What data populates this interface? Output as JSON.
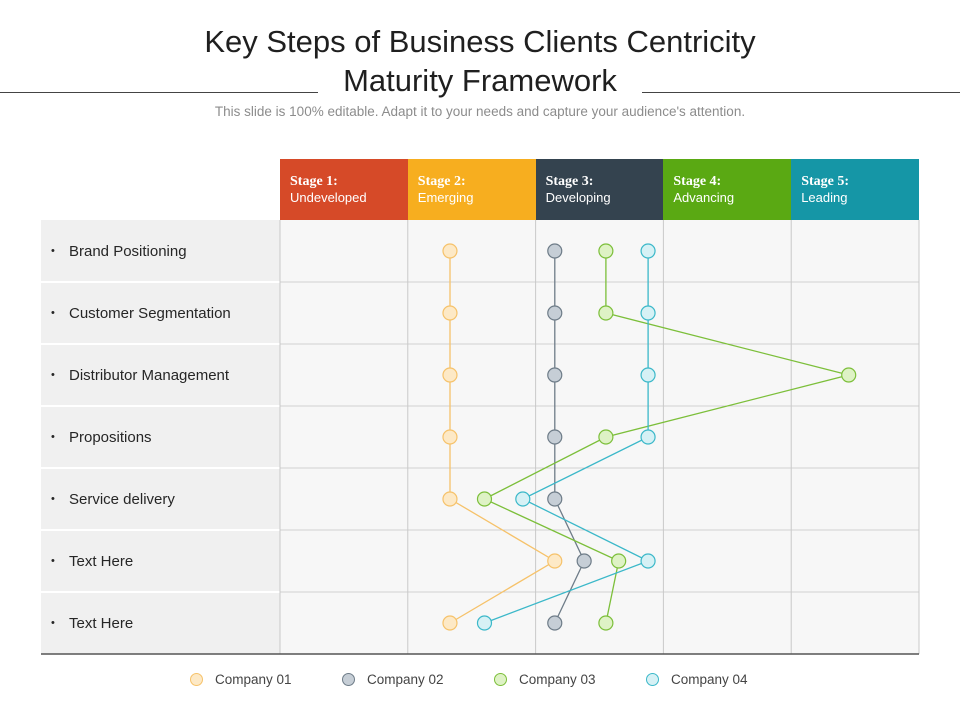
{
  "title": {
    "line1": "Key Steps of Business Clients Centricity",
    "line2": "Maturity Framework"
  },
  "subtitle": "This slide is 100% editable. Adapt it to your needs and capture your audience's attention.",
  "chart_data": {
    "type": "line",
    "x_axis": {
      "categories": [
        {
          "title": "Stage 1:",
          "sub": "Undeveloped",
          "color": "#d64a28"
        },
        {
          "title": "Stage 2:",
          "sub": "Emerging",
          "color": "#f7ae1f"
        },
        {
          "title": "Stage 3:",
          "sub": "Developing",
          "color": "#34434f"
        },
        {
          "title": "Stage 4:",
          "sub": "Advancing",
          "color": "#5aa913"
        },
        {
          "title": "Stage 5:",
          "sub": "Leading",
          "color": "#1596a6"
        }
      ],
      "range": [
        0,
        5
      ]
    },
    "rows": [
      "Brand Positioning",
      "Customer Segmentation",
      "Distributor Management",
      "Propositions",
      "Service delivery",
      "Text Here",
      "Text Here"
    ],
    "series": [
      {
        "name": "Company 01",
        "stroke": "#f6c26a",
        "fill": "#fde9c6",
        "values": [
          1.33,
          1.33,
          1.33,
          1.33,
          1.33,
          2.15,
          1.33
        ]
      },
      {
        "name": "Company 02",
        "stroke": "#6e7c88",
        "fill": "#c6ced6",
        "values": [
          2.15,
          2.15,
          2.15,
          2.15,
          2.15,
          2.38,
          2.15
        ]
      },
      {
        "name": "Company 03",
        "stroke": "#7cbf3a",
        "fill": "#def2c5",
        "values": [
          2.55,
          2.55,
          4.45,
          2.55,
          1.6,
          2.65,
          2.55
        ]
      },
      {
        "name": "Company 04",
        "stroke": "#3bb8c9",
        "fill": "#d6f1f5",
        "values": [
          2.88,
          2.88,
          2.88,
          2.88,
          1.9,
          2.88,
          1.6
        ]
      }
    ]
  }
}
